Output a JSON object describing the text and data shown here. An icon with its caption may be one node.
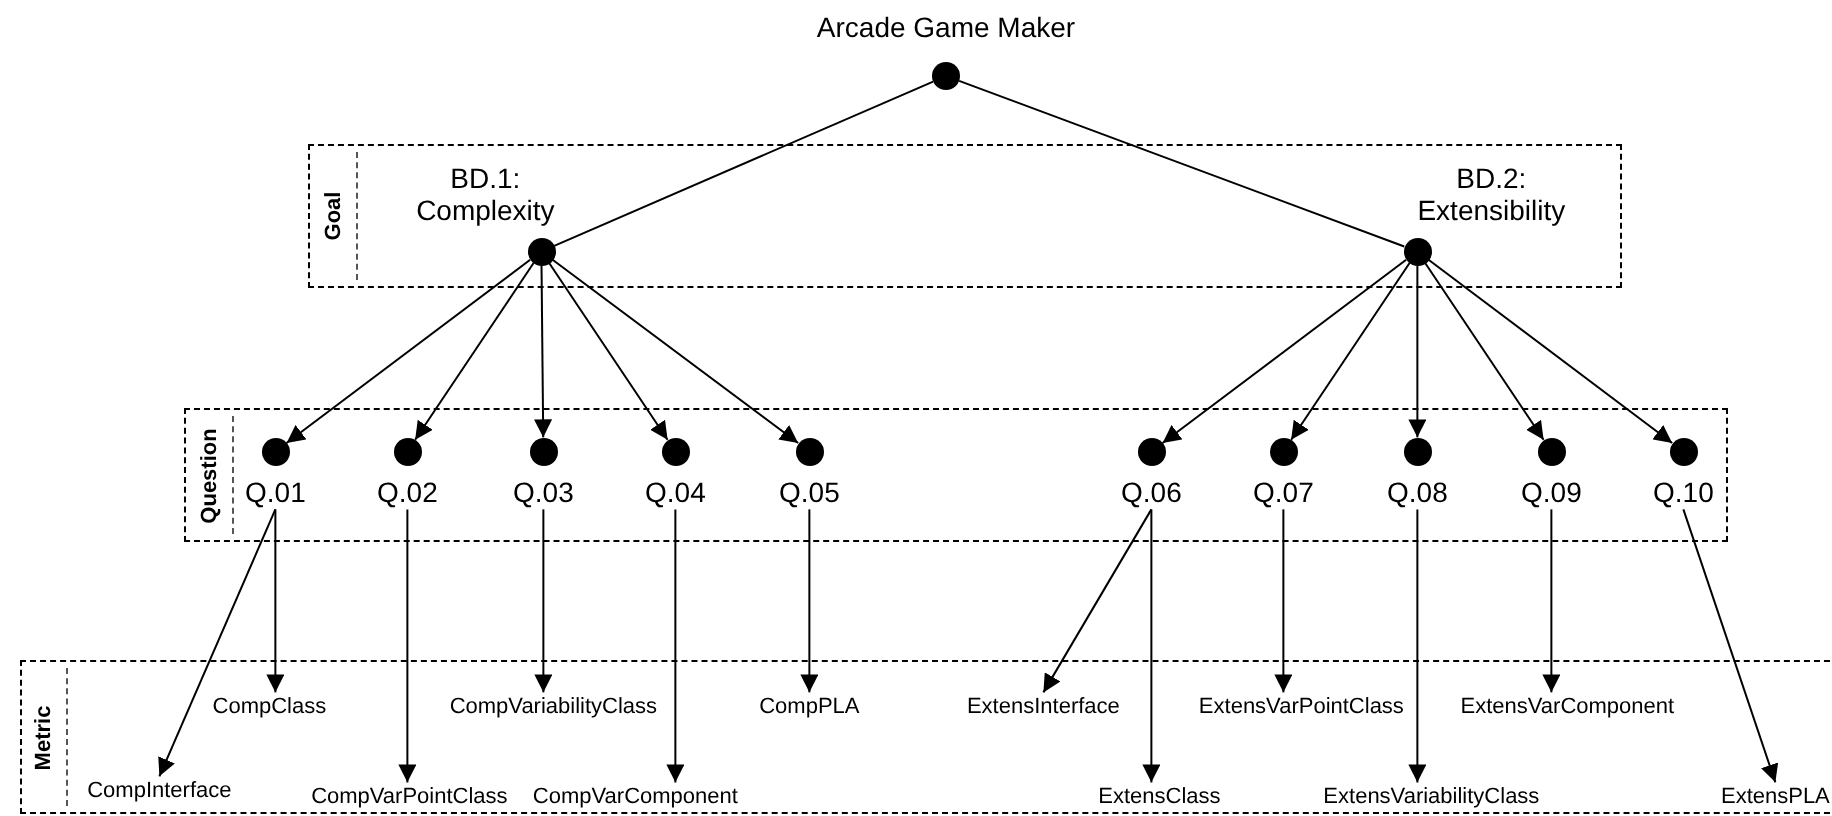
{
  "diagram": {
    "nodes": [
      {
        "text": [
          "Goal"
        ]
      },
      {
        "text": [
          "Question"
        ]
      },
      {
        "text": [
          "Metric"
        ]
      },
      {
        "text": [],
        "shape": "circle",
        "beside": [
          "Arcade Game Maker"
        ]
      },
      {
        "text": [],
        "shape": "circle",
        "beside": [
          "BD.1: Complexity"
        ],
        "in": 0
      },
      {
        "text": [],
        "shape": "circle",
        "beside": [
          "BD.2: Extensibility"
        ],
        "in": 0
      },
      {
        "text": [
          "Q.01"
        ],
        "in": 1
      },
      {
        "text": [
          "Q.02"
        ],
        "in": 1
      },
      {
        "text": [
          "Q.03"
        ],
        "in": 1
      },
      {
        "text": [
          "Q.04"
        ],
        "in": 1
      },
      {
        "text": [
          "Q.05"
        ],
        "in": 1
      },
      {
        "text": [
          "Q.06"
        ],
        "in": 1
      },
      {
        "text": [
          "Q.07"
        ],
        "in": 1
      },
      {
        "text": [
          "Q.08"
        ],
        "in": 1
      },
      {
        "text": [
          "Q.09"
        ],
        "in": 1
      },
      {
        "text": [
          "Q.10"
        ],
        "in": 1
      },
      {
        "text": [
          "CompClass"
        ],
        "in": 2
      },
      {
        "text": [
          "CompVariabilityClass"
        ],
        "in": 2
      },
      {
        "text": [
          "CompPLA"
        ],
        "in": 2
      },
      {
        "text": [
          "ExtensInterface"
        ],
        "in": 2
      },
      {
        "text": [
          "ExtensVarPointClass"
        ],
        "in": 2
      },
      {
        "text": [
          "ExtensVarComponent"
        ],
        "in": 2
      },
      {
        "text": [
          "CompInterface"
        ],
        "in": 2
      },
      {
        "text": [
          "CompVarPointClass"
        ],
        "in": 2
      },
      {
        "text": [
          "CompVarComponent"
        ],
        "in": 2
      },
      {
        "text": [
          "ExtensClass"
        ],
        "in": 2
      },
      {
        "text": [
          "ExtensVariabilityClass"
        ],
        "in": 2
      },
      {
        "text": [
          "ExtensPLA"
        ],
        "in": 2
      }
    ],
    "edges": [
      {
        "from": 3,
        "to": 4,
        "arrow": "none"
      },
      {
        "from": 3,
        "to": 5,
        "arrow": "none"
      },
      {
        "from": 4,
        "to": 6,
        "arrow": "to"
      },
      {
        "from": 4,
        "to": 7,
        "arrow": "to"
      },
      {
        "from": 4,
        "to": 8,
        "arrow": "to"
      },
      {
        "from": 4,
        "to": 9,
        "arrow": "to"
      },
      {
        "from": 4,
        "to": 10,
        "arrow": "to"
      },
      {
        "from": 5,
        "to": 11,
        "arrow": "to"
      },
      {
        "from": 5,
        "to": 12,
        "arrow": "to"
      },
      {
        "from": 5,
        "to": 13,
        "arrow": "to"
      },
      {
        "from": 5,
        "to": 14,
        "arrow": "to"
      },
      {
        "from": 5,
        "to": 15,
        "arrow": "to"
      },
      {
        "from": 6,
        "to": 22,
        "arrow": "to"
      },
      {
        "from": 6,
        "to": 16,
        "arrow": "to"
      },
      {
        "from": 7,
        "to": 23,
        "arrow": "to"
      },
      {
        "from": 8,
        "to": 17,
        "arrow": "to"
      },
      {
        "from": 9,
        "to": 24,
        "arrow": "to"
      },
      {
        "from": 10,
        "to": 18,
        "arrow": "to"
      },
      {
        "from": 11,
        "to": 19,
        "arrow": "to"
      },
      {
        "from": 11,
        "to": 25,
        "arrow": "to"
      },
      {
        "from": 12,
        "to": 20,
        "arrow": "to"
      },
      {
        "from": 13,
        "to": 26,
        "arrow": "to"
      },
      {
        "from": 14,
        "to": 21,
        "arrow": "to"
      },
      {
        "from": 15,
        "to": 27,
        "arrow": "to"
      }
    ]
  }
}
